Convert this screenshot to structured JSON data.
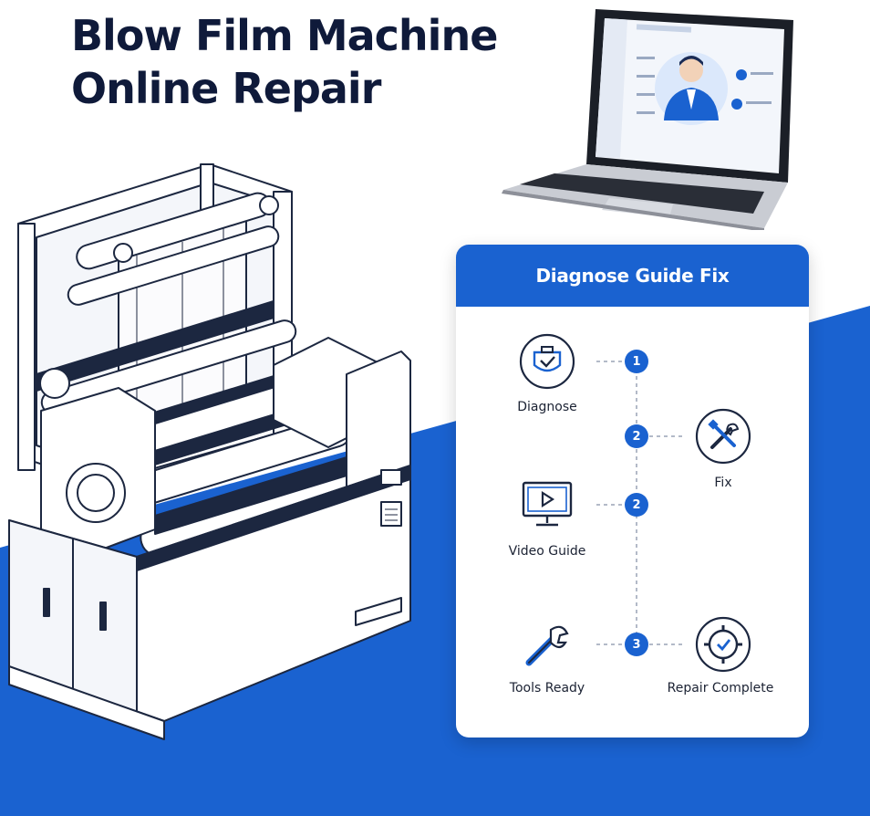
{
  "title": {
    "line1": "Blow Film Machine",
    "line2": "Online Repair"
  },
  "card": {
    "header": "Diagnose Guide Fix",
    "steps": [
      {
        "label": "Diagnose",
        "number": "1",
        "icon": "diagnose-shield-icon"
      },
      {
        "label": "Fix",
        "number": "2",
        "icon": "wrench-screwdriver-icon"
      },
      {
        "label": "Video Guide",
        "number": "2",
        "icon": "video-monitor-icon"
      },
      {
        "label": "Tools Ready",
        "number": "3",
        "icon": "wrench-icon"
      },
      {
        "label": "Repair Complete",
        "number": "",
        "icon": "gear-check-icon"
      }
    ]
  },
  "colors": {
    "accent": "#1a62d0",
    "title": "#0f1a3a",
    "line_art": "#1c2740"
  },
  "illustrations": {
    "machine": "blow-film-machine-illustration",
    "laptop": "laptop-support-agent-illustration"
  }
}
